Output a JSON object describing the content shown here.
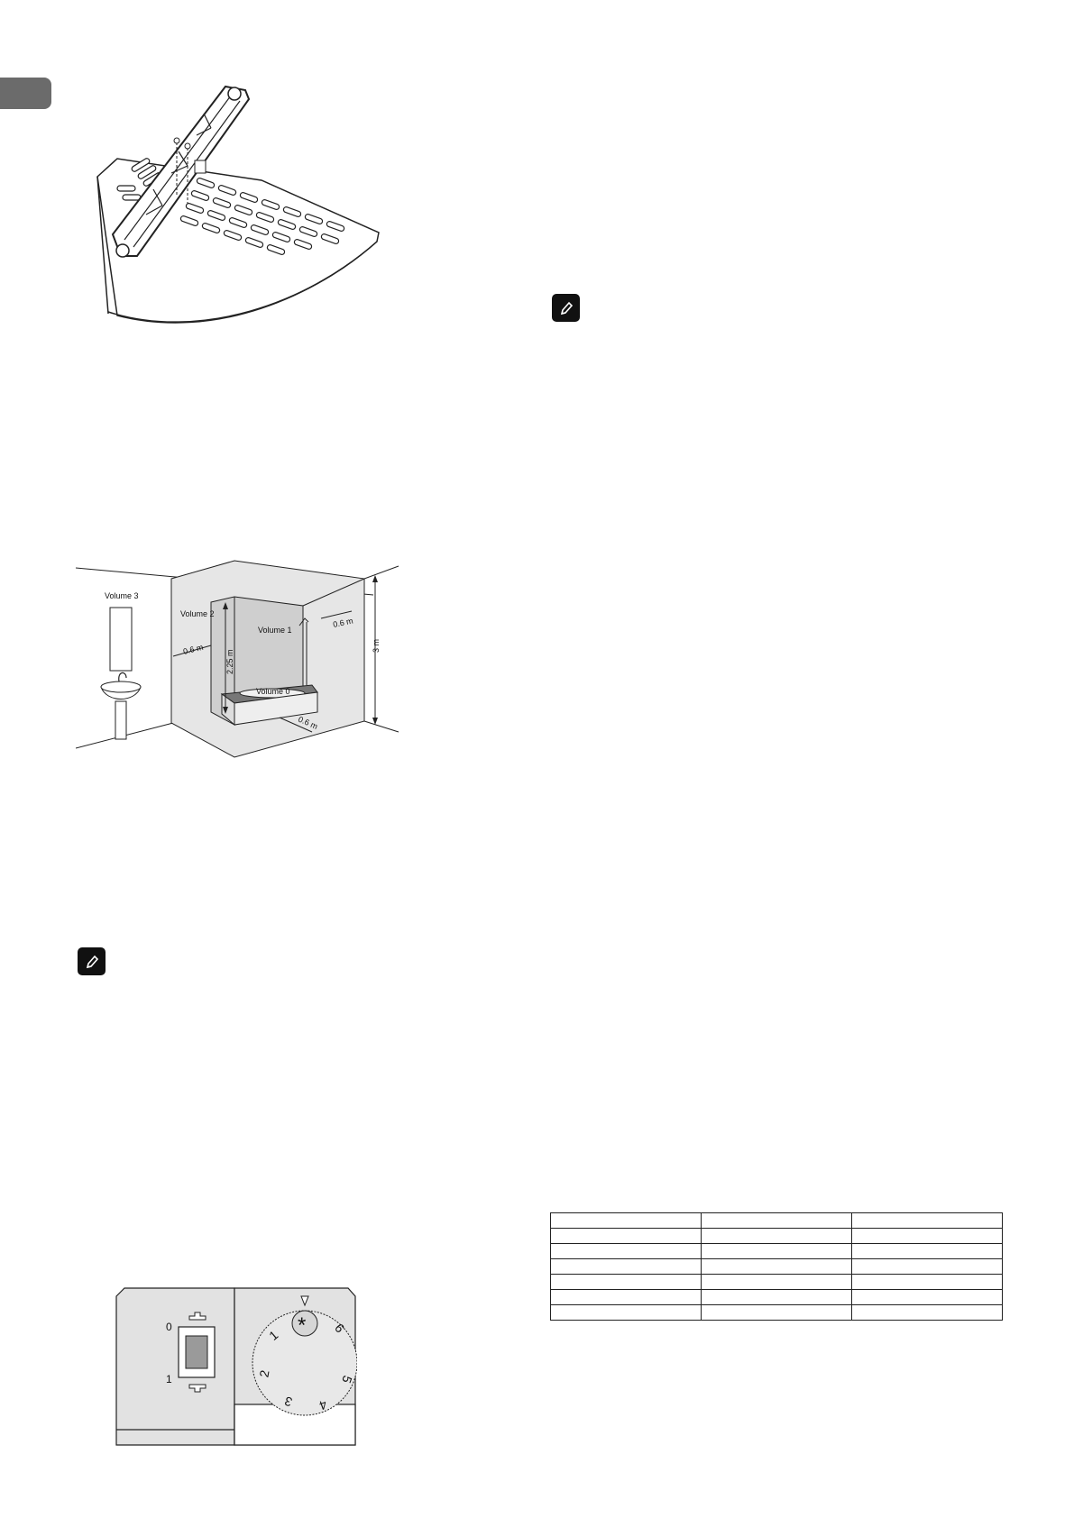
{
  "bathroom_diagram": {
    "volume3": "Volume 3",
    "volume2": "Volume 2",
    "volume1": "Volume 1",
    "volume0": "Volume 0",
    "dim_left": "0.6 m",
    "dim_right": "0.6 m",
    "dim_bottom": "0.6 m",
    "dim_height_inner": "2.25 m",
    "dim_height_total": "3 m"
  },
  "control_panel": {
    "switch_on": "1",
    "switch_off": "0",
    "dial_marks": [
      "1",
      "2",
      "3",
      "4",
      "5",
      "6"
    ],
    "dial_frost_symbol": "*"
  },
  "spec_table": {
    "rows": [
      [
        "",
        "",
        ""
      ],
      [
        "",
        "",
        ""
      ],
      [
        "",
        "",
        ""
      ],
      [
        "",
        "",
        ""
      ],
      [
        "",
        "",
        ""
      ],
      [
        "",
        "",
        ""
      ],
      [
        "",
        "",
        ""
      ]
    ]
  }
}
